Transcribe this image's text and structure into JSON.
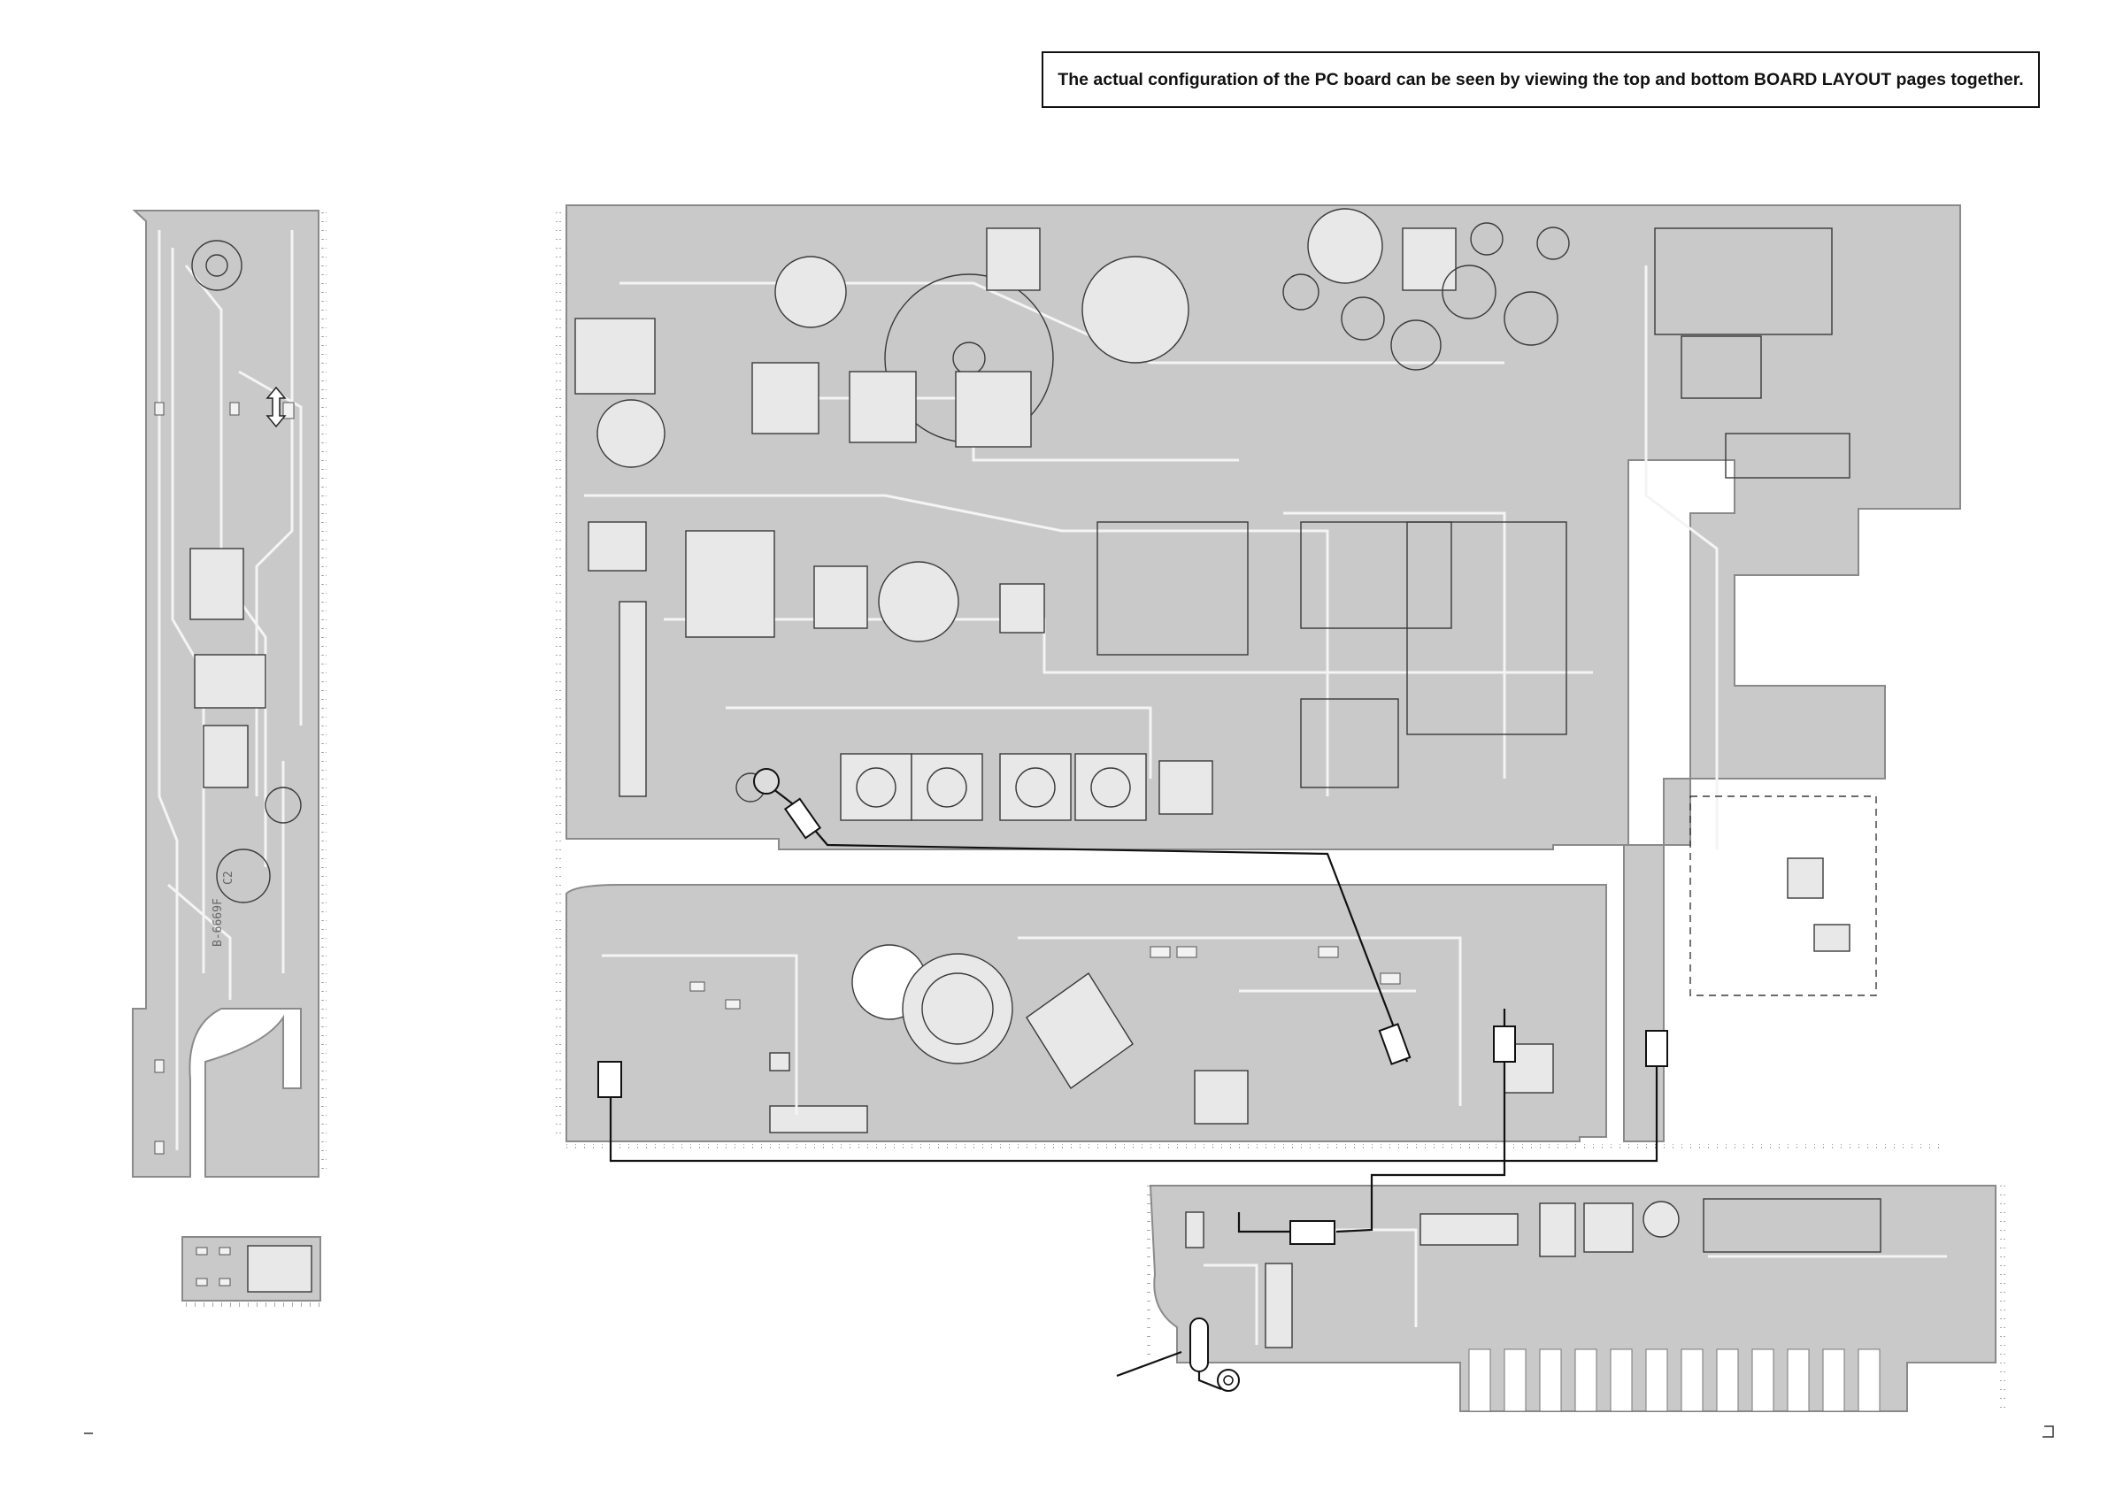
{
  "note": {
    "text": "The actual configuration of the PC board can be seen by viewing the top and bottom BOARD LAYOUT pages together."
  },
  "silkscreen": {
    "board_code": "B-6669F",
    "corner_label": "C2"
  },
  "colors": {
    "board_fill": "#c9c9c9",
    "trace": "#f4f4f4",
    "outline": "#8a8a8a",
    "cable": "#111111"
  }
}
